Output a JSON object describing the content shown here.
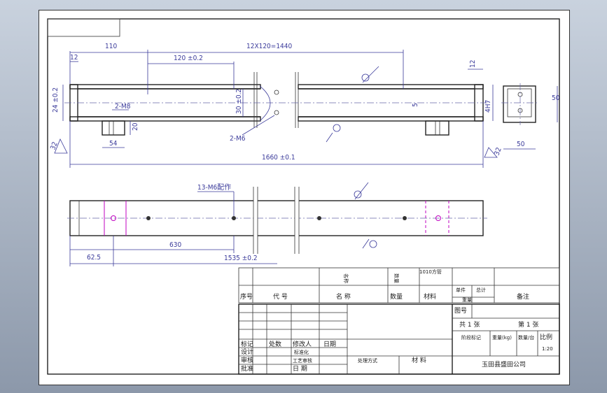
{
  "drawing": {
    "dimensions": {
      "d110": "110",
      "d12x120": "12X120=1440",
      "d12a": "12",
      "d120": "120 ±0.2",
      "d24": "24 ±0.2",
      "d30": "30 ±0.2",
      "d2m8": "2-M8",
      "d20": "20",
      "d54": "54",
      "d2m6": "2-M6",
      "d32a": "32",
      "d1660": "1660 ±0.1",
      "d5": "5",
      "d12b": "12",
      "d4h7": "4H7",
      "d50a": "50",
      "d50b": "50",
      "d32b": "32",
      "d13m6": "13-M6配作",
      "d630": "630",
      "d625": "62.5",
      "d1535": "1535 ±0.2"
    }
  },
  "parts_list": {
    "headers": {
      "seq": "序号",
      "code": "代 号",
      "name": "名 称",
      "qty": "数量",
      "material": "材料",
      "unit": "单件",
      "total": "总计",
      "weight": "重量",
      "remarks": "备注"
    },
    "upper_labels": {
      "name_col": "名称",
      "qty_col": "数量",
      "mat_col": "1010方管"
    }
  },
  "title_block": {
    "drawing_no": "图号",
    "sheets_total": "共 1 张",
    "sheet_no": "第 1 张",
    "stage_mark": "阶段标记",
    "weight": "重量(kg)",
    "qty_per": "数量/台",
    "scale_label": "比例",
    "scale_value": "1:20",
    "company": "玉田县盛田公司",
    "mark": "标记",
    "count": "处数",
    "change_no": "修改人",
    "date": "日期",
    "design": "设计",
    "check": "审核",
    "approve": "批准",
    "std": "标准化",
    "process": "工艺审核",
    "date2": "日 期",
    "treatment": "处理方式",
    "material": "材 料"
  }
}
